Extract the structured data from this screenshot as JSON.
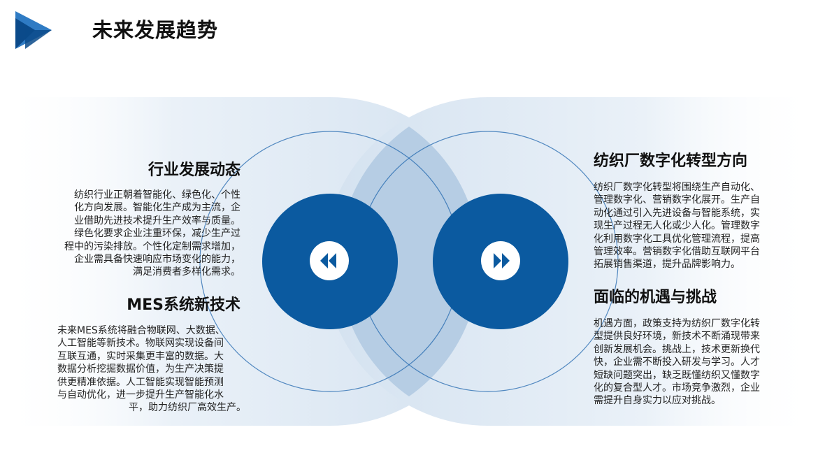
{
  "page": {
    "title": "未来发展趋势"
  },
  "left": {
    "sections": [
      {
        "title": "行业发展动态",
        "lines": [
          "纺织行业正朝着智能化、绿色化、个性",
          "化方向发展。智能化生产成为主流，企",
          "业借助先进技术提升生产效率与质量。",
          "绿色化要求企业注重环保，减少生产过",
          "程中的污染排放。个性化定制需求增加，",
          "企业需具备快速响应市场变化的能力，",
          "满足消费者多样化需求。"
        ]
      },
      {
        "title": "MES系统新技术",
        "lines": [
          "未来MES系统将融合物联网、大数据、",
          "人工智能等新技术。物联网实现设备间",
          "互联互通，实时采集更丰富的数据。大",
          "数据分析挖掘数据价值，为生产决策提",
          "供更精准依据。人工智能实现智能预测",
          "与自动优化，进一步提升生产智能化水",
          "平，助力纺织厂高效生产。"
        ]
      }
    ]
  },
  "right": {
    "sections": [
      {
        "title": "纺织厂数字化转型方向",
        "lines": [
          "纺织厂数字化转型将围绕生产自动化、",
          "管理数字化、营销数字化展开。生产自",
          "动化通过引入先进设备与智能系统，实",
          "现生产过程无人化或少人化。管理数字",
          "化利用数字化工具优化管理流程，提高",
          "管理效率。营销数字化借助互联网平台",
          "拓展销售渠道，提升品牌影响力。"
        ]
      },
      {
        "title": "面临的机遇与挑战",
        "lines": [
          "机遇方面，政策支持为纺织厂数字化转",
          "型提供良好环境，新技术不断涌现带来",
          "创新发展机会。挑战上，技术更新换代",
          "快，企业需不断投入研发与学习。人才",
          "短缺问题突出，缺乏既懂纺织又懂数字",
          "化的复合型人才。市场竞争激烈，企业",
          "需提升自身实力以应对挑战。"
        ]
      }
    ]
  },
  "controls": {
    "prev_icon": "rewind-icon",
    "next_icon": "fast-forward-icon"
  },
  "colors": {
    "primary": "#0b5aa0",
    "light": "#d9e6f2",
    "overlap": "#b5cde5",
    "logo_dark": "#0b4a8a",
    "logo_light": "#2f7bc4"
  }
}
